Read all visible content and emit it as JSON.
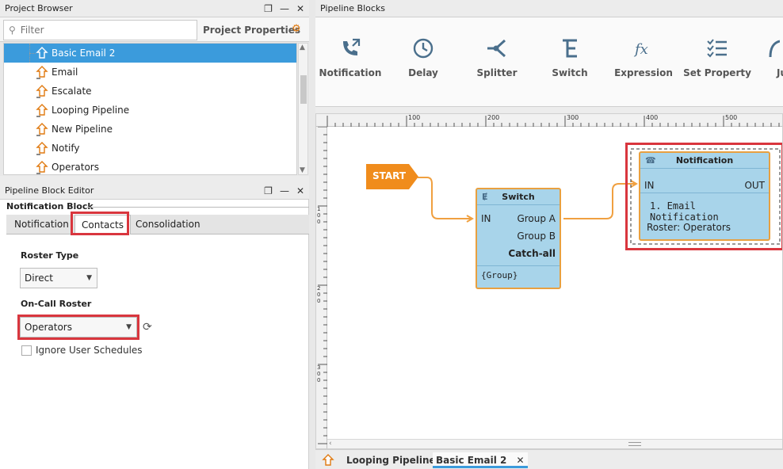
{
  "project_browser": {
    "title": "Project Browser",
    "filter_placeholder": "Filter",
    "project_properties": "Project Properties",
    "items": [
      {
        "label": "Basic Email 2",
        "selected": true
      },
      {
        "label": "Email"
      },
      {
        "label": "Escalate"
      },
      {
        "label": "Looping Pipeline"
      },
      {
        "label": "New Pipeline"
      },
      {
        "label": "Notify"
      },
      {
        "label": "Operators"
      }
    ]
  },
  "block_editor": {
    "title": "Pipeline Block Editor",
    "header": "Notification Block",
    "tabs": [
      "Notification",
      "Contacts",
      "Consolidation"
    ],
    "active_tab": "Contacts",
    "roster_type_label": "Roster Type",
    "roster_type_value": "Direct",
    "on_call_roster_label": "On-Call Roster",
    "on_call_roster_value": "Operators",
    "ignore_schedules_label": "Ignore User Schedules",
    "ignore_schedules_checked": false
  },
  "pipeline_blocks": {
    "title": "Pipeline Blocks",
    "items": [
      {
        "label": "Notification",
        "icon": "phone-icon"
      },
      {
        "label": "Delay",
        "icon": "clock-icon"
      },
      {
        "label": "Splitter",
        "icon": "splitter-icon"
      },
      {
        "label": "Switch",
        "icon": "switch-icon"
      },
      {
        "label": "Expression",
        "icon": "fx-icon"
      },
      {
        "label": "Set Property",
        "icon": "checklist-icon"
      },
      {
        "label": "Ju",
        "icon": "jump-icon"
      }
    ]
  },
  "canvas": {
    "ruler_labels": [
      "100",
      "200",
      "300",
      "400",
      "500"
    ],
    "ruler_left_labels": [
      "100",
      "200",
      "300"
    ],
    "start_label": "START",
    "switch_block": {
      "title": "Switch",
      "in": "IN",
      "outputs": [
        "Group A",
        "Group B",
        "Catch-all"
      ],
      "expression": "{Group}"
    },
    "notification_block": {
      "title": "Notification",
      "in": "IN",
      "out": "OUT",
      "profile": "1. Email Notification",
      "roster": "Roster: Operators"
    }
  },
  "bottom_tabs": [
    {
      "label": "Looping Pipeline",
      "active": false
    },
    {
      "label": "Basic Email 2",
      "active": true,
      "close": "✕"
    }
  ],
  "colors": {
    "accent": "#3b9bdc",
    "highlight": "#d9363e",
    "block_fill": "#a8d4ea",
    "block_border": "#e8a040",
    "start_fill": "#f08c1c"
  }
}
